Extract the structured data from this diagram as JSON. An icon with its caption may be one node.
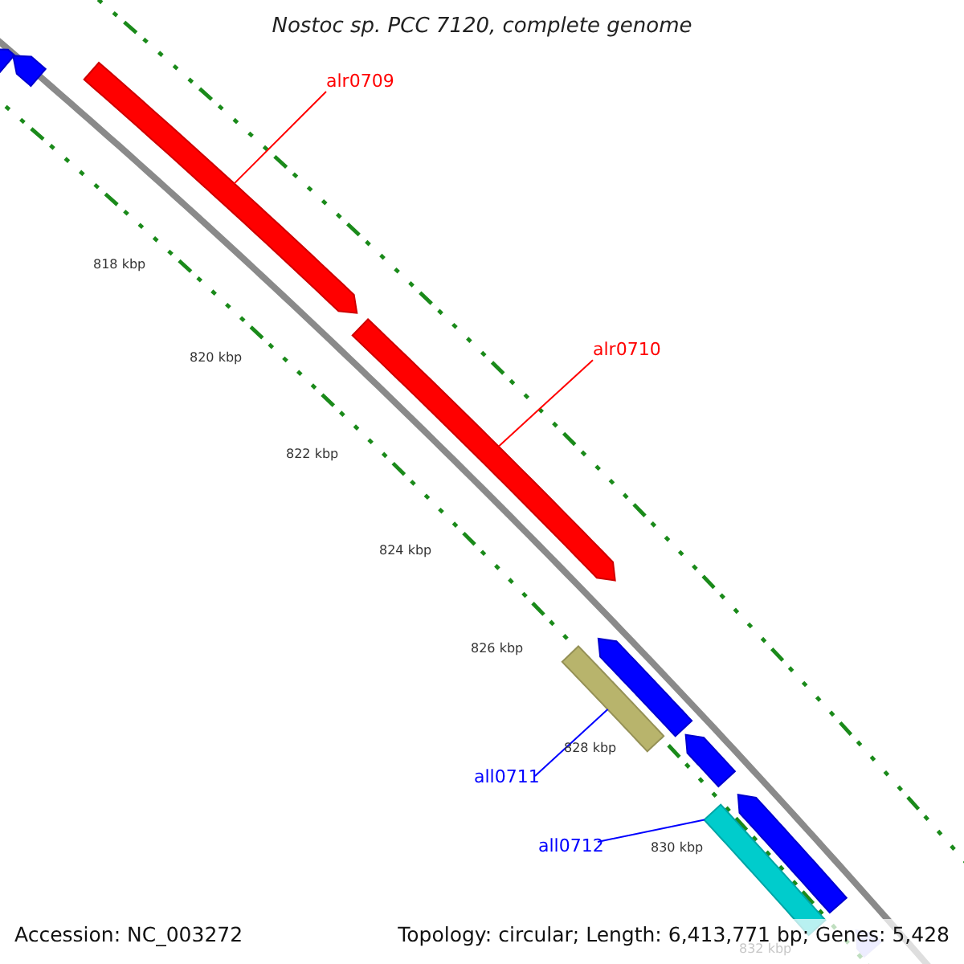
{
  "diagram": {
    "title": "Nostoc sp. PCC 7120, complete genome",
    "nodes": [
      {
        "text": [],
        "shape": "arrow"
      },
      {
        "text": [],
        "shape": "arrow"
      },
      {
        "text": [],
        "shape": "arrow"
      },
      {
        "text": [
          "alr0709"
        ]
      },
      {
        "text": [],
        "shape": "arrow"
      },
      {
        "text": [
          "alr0710"
        ]
      },
      {
        "text": [],
        "shape": "arrow"
      },
      {
        "text": [],
        "shape": "bar"
      },
      {
        "text": [],
        "shape": "arrow"
      },
      {
        "text": [
          "all0711"
        ]
      },
      {
        "text": [
          "all0712"
        ]
      },
      {
        "text": [],
        "shape": "bar"
      },
      {
        "text": [],
        "shape": "arrow"
      },
      {
        "text": [],
        "shape": "arrow"
      }
    ],
    "edges": [
      {
        "from": 3,
        "to": 2,
        "arrow": "none",
        "color": "#ff0000"
      },
      {
        "from": 5,
        "to": 4,
        "arrow": "none",
        "color": "#ff0000"
      },
      {
        "from": 9,
        "to": 7,
        "arrow": "none",
        "color": "#0000ff"
      },
      {
        "from": 10,
        "to": 11,
        "arrow": "none",
        "color": "#0000ff"
      }
    ],
    "labels": [
      "818 kbp",
      "820 kbp",
      "822 kbp",
      "824 kbp",
      "826 kbp",
      "828 kbp",
      "830 kbp",
      "832 kbp",
      "Accession: NC_003272",
      "Topology: circular; Length: 6,413,771 bp; Genes: 5,428"
    ]
  }
}
